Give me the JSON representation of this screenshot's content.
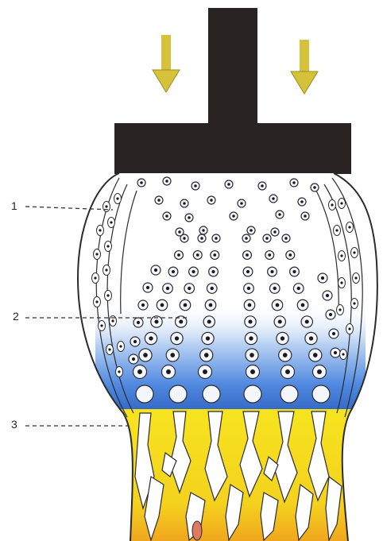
{
  "labels": [
    {
      "id": "1",
      "text": "1"
    },
    {
      "id": "2",
      "text": "2"
    },
    {
      "id": "3",
      "text": "3"
    }
  ],
  "colors": {
    "plate": "#2a2323",
    "arrow": "#d6c23a",
    "arrow_edge": "#9d8c1f",
    "cartilage_blue": "#2f67c9",
    "bone_yellow": "#f3e21e",
    "bone_orange": "#f0a21e",
    "outline": "#2b2b2b",
    "cell_fill": "#f4f7ff"
  },
  "icons": [
    "down-arrow-icon",
    "down-arrow-icon"
  ]
}
